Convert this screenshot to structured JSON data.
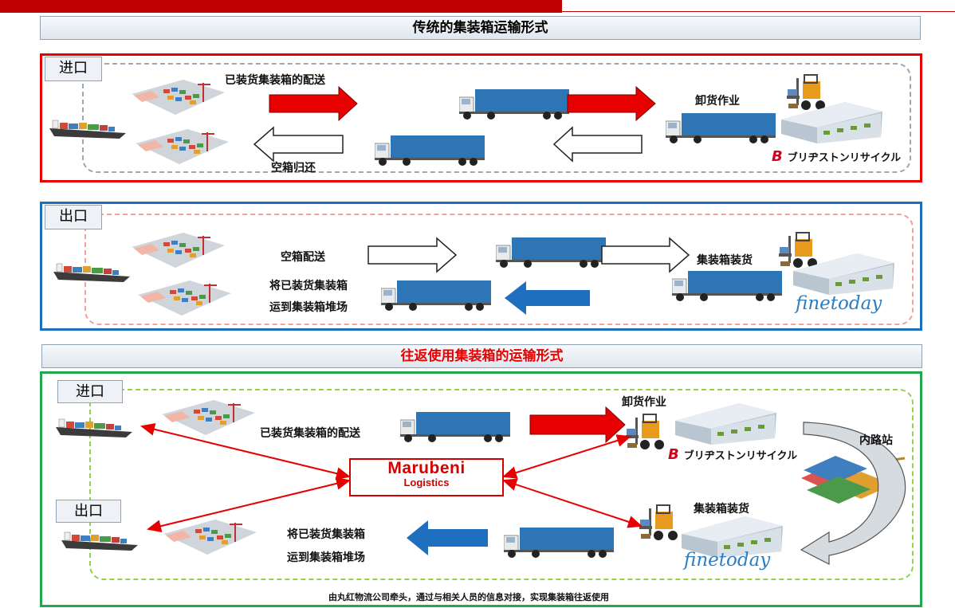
{
  "section1": {
    "title": "传统的集装箱运输形式",
    "import": {
      "tag": "进口",
      "delivery_label": "已装货集装箱的配送",
      "return_label": "空箱归还",
      "unload_label": "卸货作业",
      "brand": "ブリヂストンリサイクル",
      "brand_mark": "B"
    },
    "export": {
      "tag": "出口",
      "empty_label": "空箱配送",
      "ship_label_1": "将已装货集装箱",
      "ship_label_2": "运到集装箱堆场",
      "load_label": "集装箱装货",
      "brand": "finetoday"
    }
  },
  "section2": {
    "title": "往返使用集装箱的运输形式",
    "import_tag": "进口",
    "export_tag": "出口",
    "delivery_label": "已装货集装箱的配送",
    "unload_label": "卸货作业",
    "brand1": "ブリヂストンリサイクル",
    "brand1_mark": "B",
    "inland_label": "内路站",
    "ship_label_1": "将已装货集装箱",
    "ship_label_2": "运到集装箱堆场",
    "load_label": "集装箱装货",
    "brand2": "finetoday",
    "hub_line1": "Marubeni",
    "hub_line2": "Logistics",
    "footer": "由丸红物流公司牵头，通过与相关人员的信息对接，实现集装箱往返使用"
  },
  "colors": {
    "red": "#e60000",
    "blue": "#1f6fbf",
    "green": "#22a84b",
    "dash_gray": "#9aa7b4",
    "dash_pink": "#f2a0a0",
    "dash_green": "#92d050",
    "truck_blue": "#2e75b6"
  }
}
